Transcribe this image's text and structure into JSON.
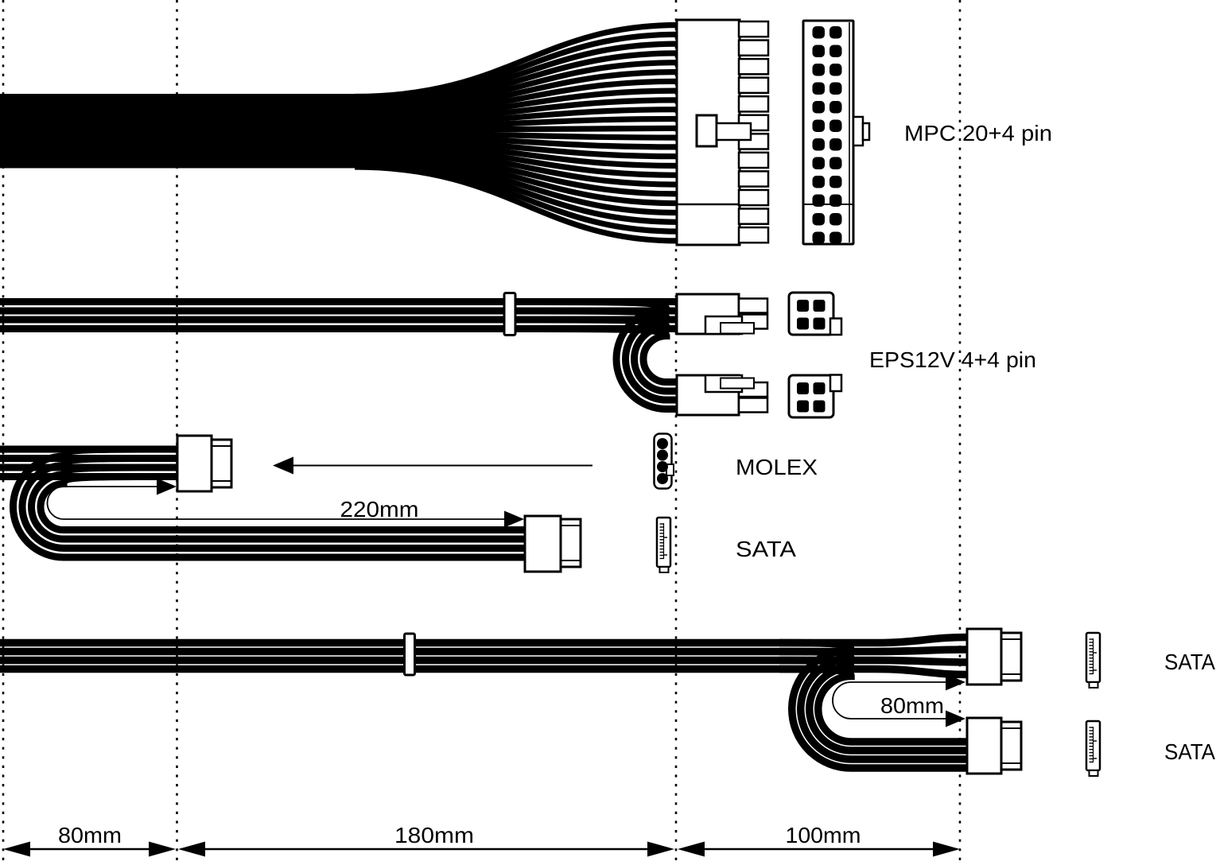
{
  "colors": {
    "ink": "#000000",
    "paper": "#ffffff"
  },
  "labels": {
    "mpc": "MPC 20+4 pin",
    "eps": "EPS12V 4+4 pin",
    "molex": "MOLEX",
    "sata_mid": "SATA",
    "sata_upper": "SATA",
    "sata_lower": "SATA",
    "molex_length": "220mm",
    "sata_loop_length": "80mm",
    "dim_left": "80mm",
    "dim_mid": "180mm",
    "dim_right": "100mm"
  }
}
